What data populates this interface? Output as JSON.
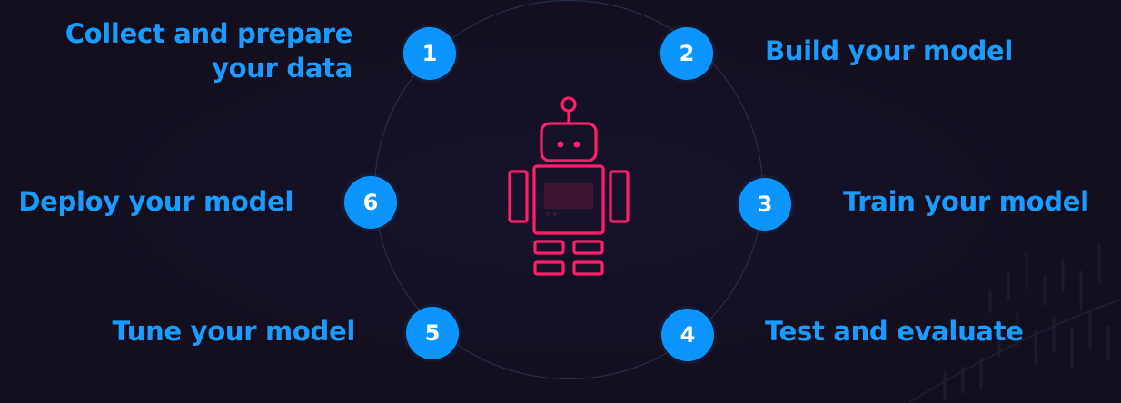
{
  "steps": [
    {
      "number": "1",
      "label_line1": "Collect and prepare",
      "label_line2": "your data"
    },
    {
      "number": "2",
      "label": "Build your model"
    },
    {
      "number": "3",
      "label": "Train your model"
    },
    {
      "number": "4",
      "label": "Test and evaluate"
    },
    {
      "number": "5",
      "label": "Tune your model"
    },
    {
      "number": "6",
      "label": "Deploy your model"
    }
  ],
  "colors": {
    "background": "#14101f",
    "badge": "#0d95ff",
    "label": "#1a9bff",
    "robot": "#ff1f6b",
    "ring": "#28344d"
  },
  "icons": {
    "center": "robot-icon"
  }
}
